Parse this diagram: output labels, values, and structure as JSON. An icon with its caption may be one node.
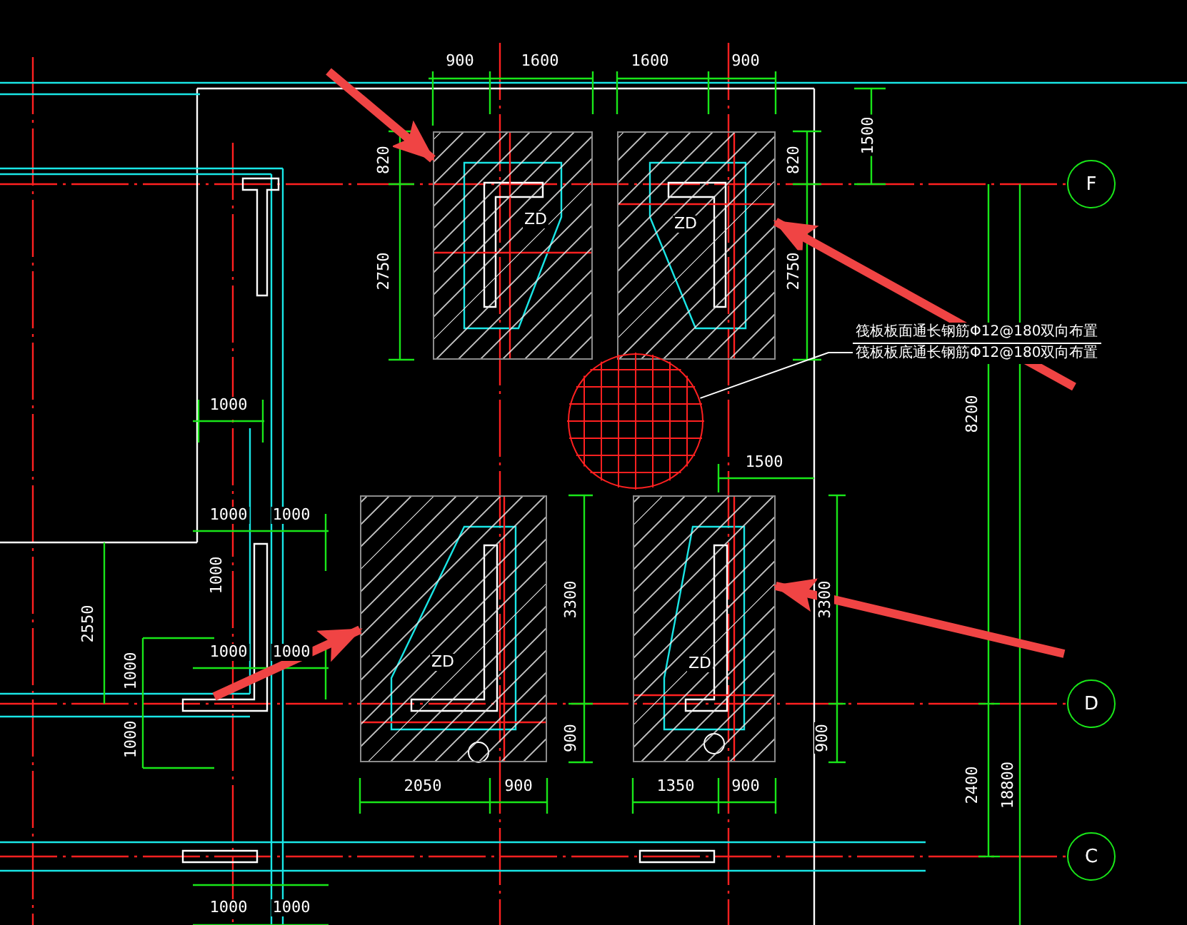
{
  "diagram": {
    "nodes": [
      {
        "text": [
          "ZD"
        ]
      },
      {
        "text": [
          "ZD"
        ]
      },
      {
        "text": [
          "ZD"
        ]
      },
      {
        "text": [
          "ZD"
        ]
      },
      {
        "text": [],
        "shape": "circle"
      },
      {
        "text": [
          "筏板板面通长钢筋Φ12@180双向布置",
          "筏板板底通长钢筋Φ12@180双向布置"
        ]
      },
      {
        "text": [
          "F"
        ]
      },
      {
        "text": [
          "D"
        ]
      },
      {
        "text": [
          "C"
        ]
      }
    ],
    "edges": [
      {
        "from": null,
        "to": 0,
        "arrow": "to"
      },
      {
        "from": null,
        "to": 1,
        "arrow": "to"
      },
      {
        "from": null,
        "to": 2,
        "arrow": "to"
      },
      {
        "from": null,
        "to": 3,
        "arrow": "to"
      },
      {
        "from": 5,
        "to": 4,
        "arrow": "none",
        "color": "#ffffff"
      }
    ],
    "labels": [
      "900",
      "1600",
      "1600",
      "900",
      "1500",
      "820",
      "2750",
      "820",
      "2750",
      "8200",
      "1000",
      "1000",
      "1000",
      "2550",
      "1000",
      "1000",
      "1000",
      "1000",
      "1000",
      "1500",
      "3300",
      "900",
      "3300",
      "900",
      "2050",
      "900",
      "1350",
      "900",
      "2400",
      "18800",
      "1000",
      "1000"
    ]
  }
}
